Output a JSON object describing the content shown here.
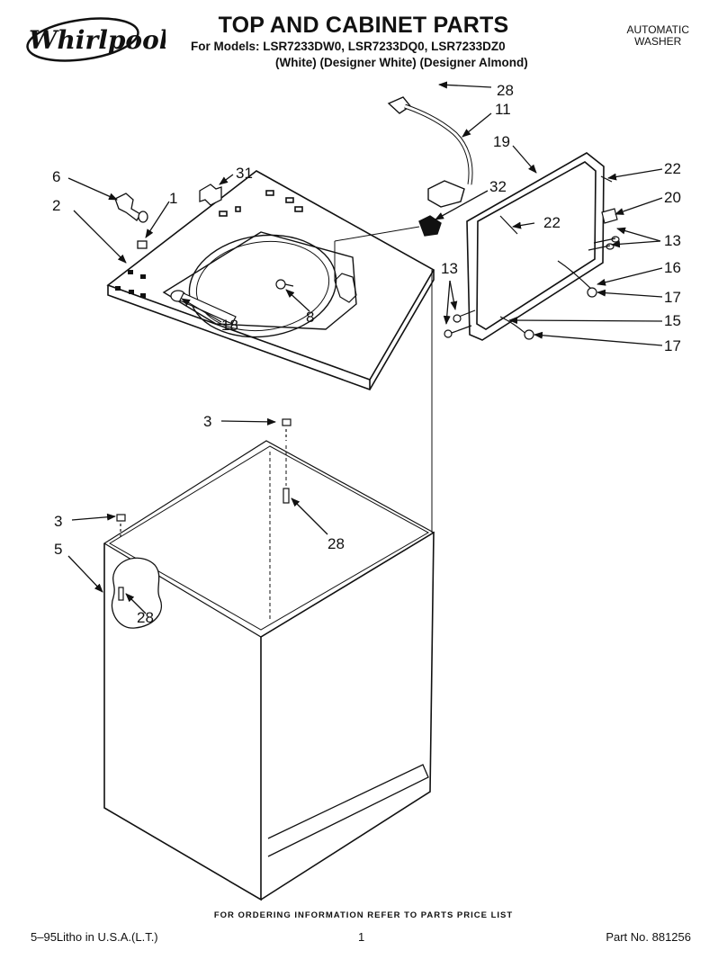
{
  "header": {
    "brand": "Whirlpool",
    "title": "TOP AND CABINET PARTS",
    "models_line": "For Models: LSR7233DW0, LSR7233DQ0, LSR7233DZ0",
    "variants_line": "(White) (Designer White) (Designer Almond)",
    "product_line1": "AUTOMATIC",
    "product_line2": "WASHER"
  },
  "callouts": {
    "c28_top": "28",
    "c11": "11",
    "c19": "19",
    "c6": "6",
    "c31": "31",
    "c1": "1",
    "c2": "2",
    "c32": "32",
    "c22_right": "22",
    "c20": "20",
    "c22_panel": "22",
    "c13_right": "13",
    "c16": "16",
    "c13_left": "13",
    "c17_top": "17",
    "c8": "8",
    "c15": "15",
    "c18": "18",
    "c17_bottom": "17",
    "c3_upper": "3",
    "c28_mid": "28",
    "c3_lower": "3",
    "c5": "5",
    "c28_cabinet": "28"
  },
  "footer": {
    "ordering_note": "FOR ORDERING INFORMATION REFER TO PARTS PRICE LIST",
    "litho": "5–95Litho in U.S.A.(L.T.)",
    "page_number": "1",
    "part_number": "Part No. 881256"
  }
}
